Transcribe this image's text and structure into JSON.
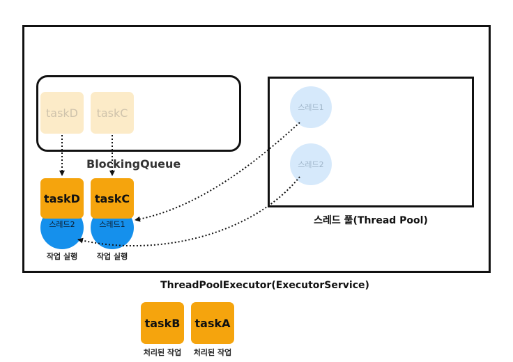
{
  "executor": {
    "label": "ThreadPoolExecutor(ExecutorService)"
  },
  "queue": {
    "label": "BlockingQueue",
    "tasks": [
      "taskD",
      "taskC"
    ]
  },
  "pool": {
    "label": "스레드 풀(Thread Pool)",
    "threads": [
      "스레드1",
      "스레드2"
    ]
  },
  "running": [
    {
      "task": "taskD",
      "thread": "스레드2",
      "status": "작업 실행"
    },
    {
      "task": "taskC",
      "thread": "스레드1",
      "status": "작업 실행"
    }
  ],
  "completed": [
    {
      "task": "taskB",
      "status": "처리된 작업"
    },
    {
      "task": "taskA",
      "status": "처리된 작업"
    }
  ],
  "colors": {
    "task_active": "#f5a40d",
    "task_faded": "#fcebc8",
    "thread_active": "#1590ec",
    "thread_faded": "#d6e9fb",
    "border": "#111111"
  }
}
